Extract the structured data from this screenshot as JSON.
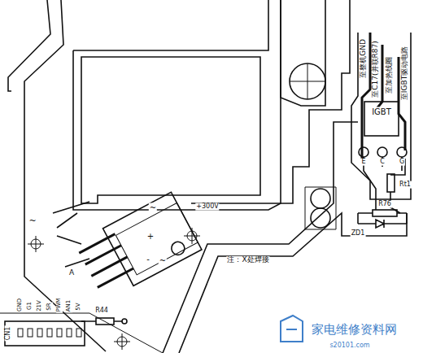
{
  "diagram": {
    "labels": [
      "至整机GND",
      "至C17(并联R87)",
      "至加热线圈",
      "至IGBT驱动电路",
      "IGBT",
      "E",
      "C",
      "G",
      "Rt1",
      "R76",
      "ZD1",
      "+300V",
      "注：X处焊接",
      "~",
      "~",
      "+",
      "~",
      "-",
      "A",
      "R44",
      "CN1",
      "GND",
      "G1",
      "21V",
      "SR",
      "PWM",
      "AN1",
      "5V",
      "家电维修资料网",
      "s20101.com"
    ]
  }
}
